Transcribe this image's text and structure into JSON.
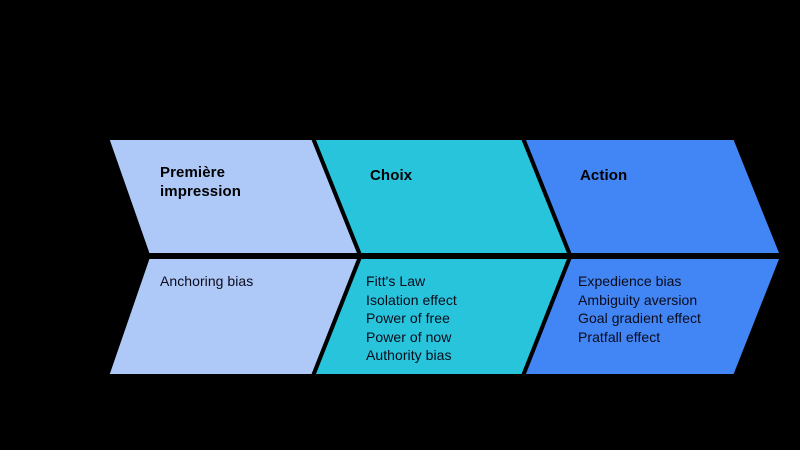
{
  "diagram": {
    "type": "chevron-process-diagram",
    "background_color": "#000000",
    "outline_color": "#000000",
    "stages": [
      {
        "id": "premiere-impression",
        "title": "Première\nimpression",
        "fill_color": "#AEC9F8",
        "items": [
          "Anchoring bias"
        ]
      },
      {
        "id": "choix",
        "title": "Choix",
        "fill_color": "#27C4DC",
        "items": [
          "Fitt's Law",
          "Isolation effect",
          "Power of free",
          "Power of now",
          "Authority bias"
        ]
      },
      {
        "id": "action",
        "title": "Action",
        "fill_color": "#4285F4",
        "items": [
          "Expedience bias",
          "Ambiguity aversion",
          "Goal gradient effect",
          "Pratfall effect"
        ]
      }
    ]
  }
}
